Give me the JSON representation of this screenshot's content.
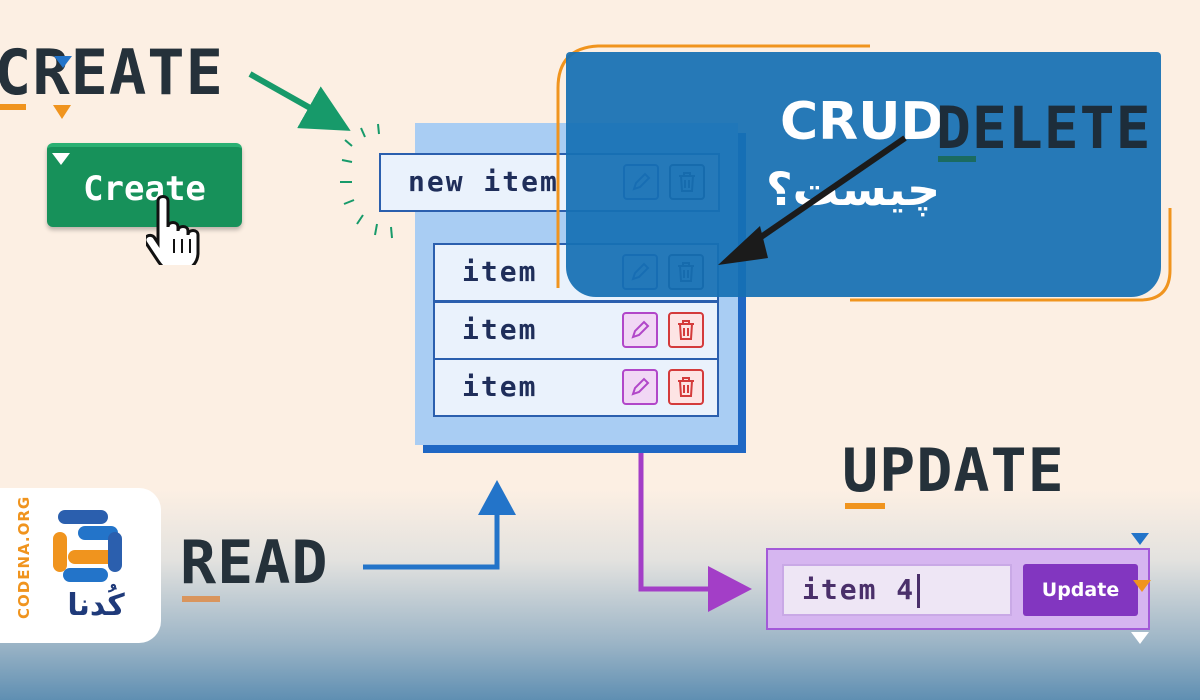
{
  "headings": {
    "create": "CREATE",
    "read": "READ",
    "update": "UPDATE",
    "delete": "DELETE"
  },
  "title": {
    "crud": "CRUD",
    "question": "چیست؟"
  },
  "create_button_label": "Create",
  "list": {
    "new_item": "new item",
    "items": [
      "item",
      "item",
      "item"
    ]
  },
  "update_form": {
    "input_value": "item 4",
    "button_label": "Update"
  },
  "logo": {
    "vertical_text": "CODENA.ORG",
    "name": "کُدنا"
  },
  "colors": {
    "create_green": "#17915a",
    "read_blue": "#2374c9",
    "update_purple": "#8236c0",
    "delete_red": "#d43b3b",
    "accent_orange": "#f0941e",
    "title_panel_blue": "#1f7fbf"
  },
  "icons": [
    "pencil-icon",
    "trash-icon",
    "hand-cursor-icon",
    "arrow-icon"
  ]
}
